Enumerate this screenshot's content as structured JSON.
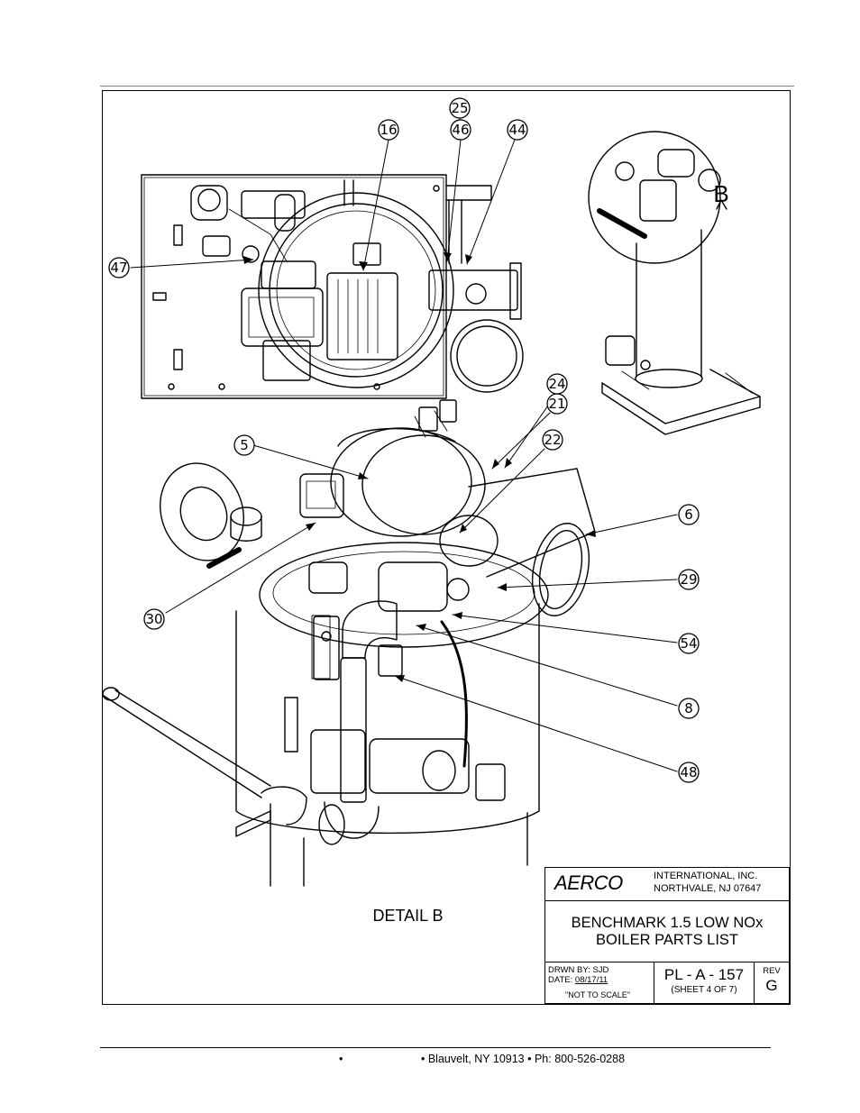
{
  "drawing": {
    "detail_label": "DETAIL B",
    "view_marker": "B",
    "callouts": [
      "25",
      "16",
      "46",
      "44",
      "47",
      "24",
      "21",
      "5",
      "22",
      "6",
      "29",
      "30",
      "54",
      "8",
      "48"
    ]
  },
  "title_block": {
    "logo": "AERCO",
    "company_line1": "INTERNATIONAL, INC.",
    "company_line2": "NORTHVALE, NJ 07647",
    "title_line1": "BENCHMARK 1.5 LOW NOx",
    "title_line2": "BOILER PARTS LIST",
    "drawn_by": "DRWN BY: SJD",
    "date_label": "DATE: ",
    "date_value": "08/17/11",
    "scale_note": "\"NOT TO SCALE\"",
    "drawing_number": "PL - A - 157",
    "sheet": "(SHEET 4 OF 7)",
    "rev_label": "REV",
    "rev_value": "G"
  },
  "footer": {
    "bullet_left": "•",
    "address": "• Blauvelt, NY 10913  • Ph: 800-526-0288"
  }
}
